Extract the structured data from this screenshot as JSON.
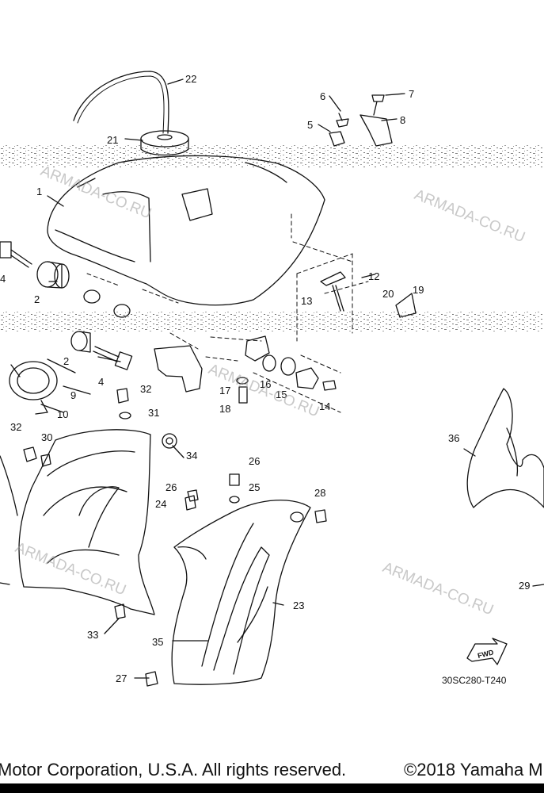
{
  "diagram": {
    "callouts": [
      "1",
      "2",
      "2",
      "4",
      "4",
      "5",
      "6",
      "7",
      "8",
      "9",
      "10",
      "12",
      "13",
      "14",
      "15",
      "16",
      "17",
      "18",
      "19",
      "20",
      "21",
      "22",
      "23",
      "24",
      "25",
      "26",
      "26",
      "27",
      "28",
      "29",
      "30",
      "31",
      "32",
      "32",
      "33",
      "34",
      "35",
      "36"
    ],
    "watermark": "ARMADA-CO.RU",
    "drawing_code": "30SC280-T240",
    "fwd_label": "FWD"
  },
  "footer": {
    "left_text": "Motor Corporation, U.S.A. All rights reserved.",
    "right_text": "©2018 Yamaha M"
  }
}
